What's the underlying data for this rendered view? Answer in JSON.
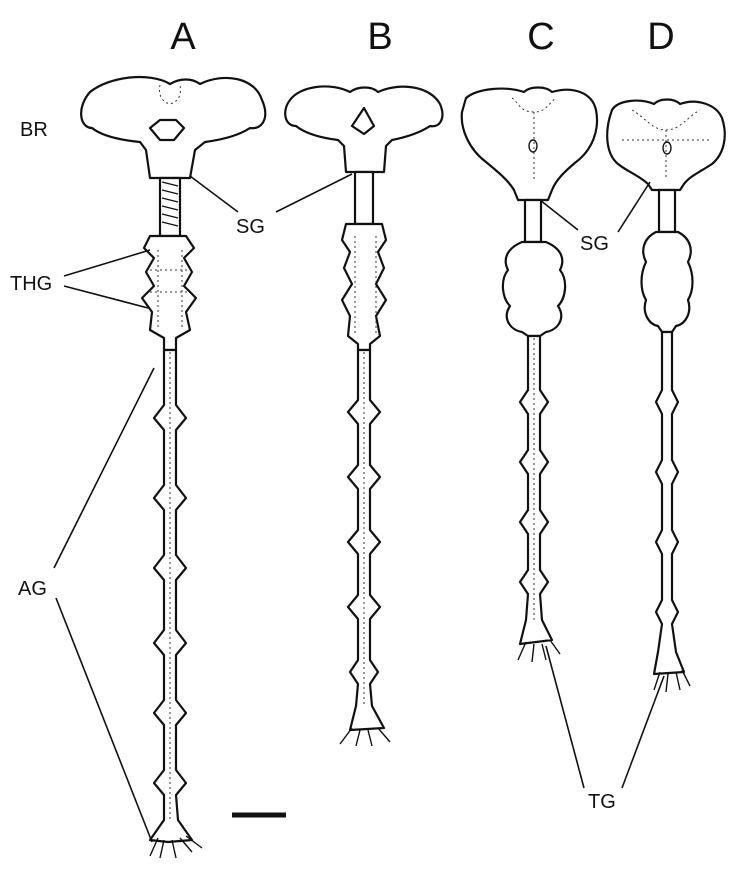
{
  "panels": {
    "a": "A",
    "b": "B",
    "c": "C",
    "d": "D"
  },
  "labels": {
    "br": "BR",
    "sg_left": "SG",
    "sg_right": "SG",
    "thg": "THG",
    "ag": "AG",
    "tg": "TG"
  },
  "colors": {
    "ink": "#111111",
    "background": "#ffffff"
  }
}
